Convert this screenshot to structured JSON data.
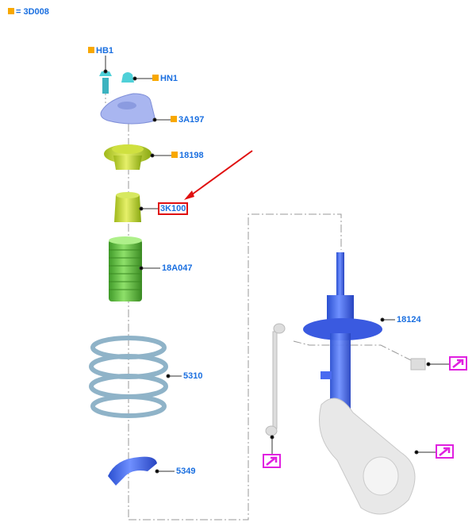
{
  "legend": {
    "symbol": "orange-square",
    "text": "= 3D008",
    "color": "#f8a800"
  },
  "callouts": {
    "hb1": "HB1",
    "hn1": "HN1",
    "a3a197": "3A197",
    "p18198": "18198",
    "p3k100": "3K100",
    "p18a047": "18A047",
    "p5310": "5310",
    "p5349": "5349",
    "p18124": "18124"
  },
  "highlighted_part": "3K100",
  "colors": {
    "label": "#1a6fe0",
    "highlight": "#e01010",
    "reference_box": "#e020e0"
  },
  "reference_icons": [
    "arrow-reference-icon",
    "arrow-reference-icon",
    "arrow-reference-icon"
  ]
}
